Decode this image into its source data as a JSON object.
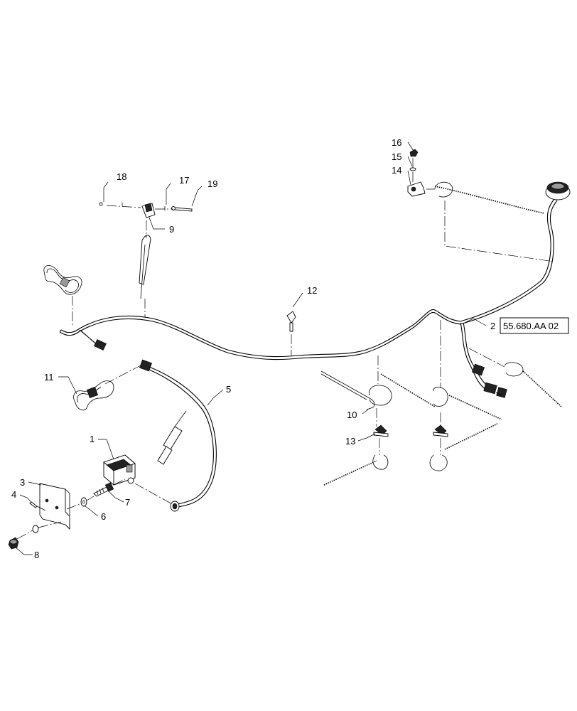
{
  "callouts": [
    {
      "id": "c1",
      "label": "1"
    },
    {
      "id": "c2",
      "label": "2"
    },
    {
      "id": "c3",
      "label": "3"
    },
    {
      "id": "c4",
      "label": "4"
    },
    {
      "id": "c5",
      "label": "5"
    },
    {
      "id": "c6",
      "label": "6"
    },
    {
      "id": "c7",
      "label": "7"
    },
    {
      "id": "c8",
      "label": "8"
    },
    {
      "id": "c9",
      "label": "9"
    },
    {
      "id": "c10",
      "label": "10"
    },
    {
      "id": "c11",
      "label": "11"
    },
    {
      "id": "c12",
      "label": "12"
    },
    {
      "id": "c13",
      "label": "13"
    },
    {
      "id": "c14",
      "label": "14"
    },
    {
      "id": "c15",
      "label": "15"
    },
    {
      "id": "c16",
      "label": "16"
    },
    {
      "id": "c17",
      "label": "17"
    },
    {
      "id": "c18",
      "label": "18"
    },
    {
      "id": "c19",
      "label": "19"
    }
  ],
  "reference": {
    "label": "55.680.AA 02"
  }
}
